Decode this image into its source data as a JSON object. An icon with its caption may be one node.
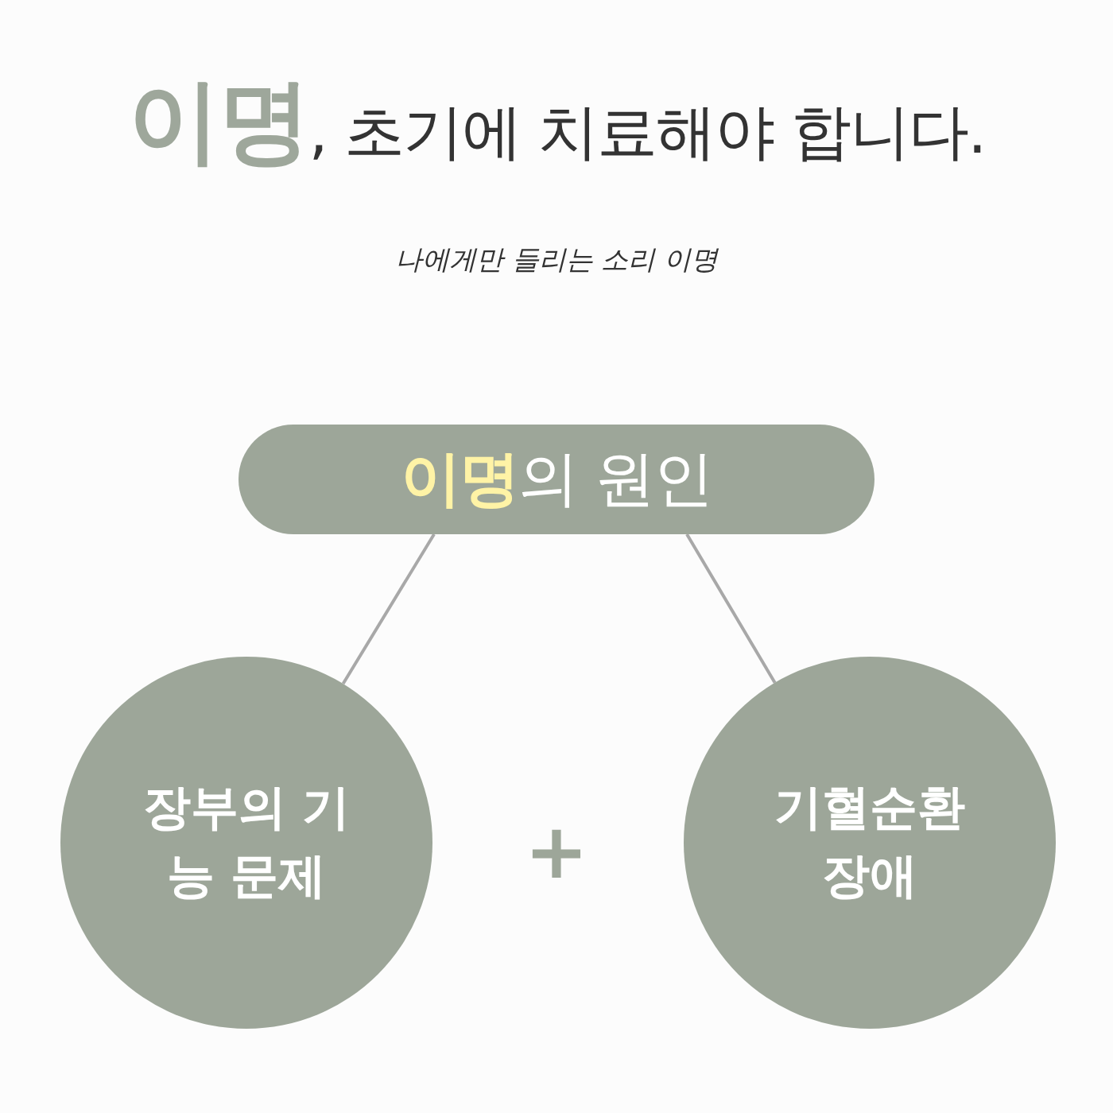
{
  "diagram": {
    "title": "**이명**, 초기에 치료해야 합니다.",
    "nodes": [
      {
        "text": [
          "**이명**의 원인"
        ]
      },
      {
        "text": [
          "장부의 기능 문제"
        ]
      },
      {
        "text": [
          "기혈순환 장애"
        ]
      }
    ],
    "edges": [
      {
        "from": 0,
        "to": 1,
        "arrow": "none"
      },
      {
        "from": 0,
        "to": 2,
        "arrow": "none"
      }
    ],
    "labels": [
      "나에게만 들리는 소리 이명",
      "+"
    ]
  }
}
